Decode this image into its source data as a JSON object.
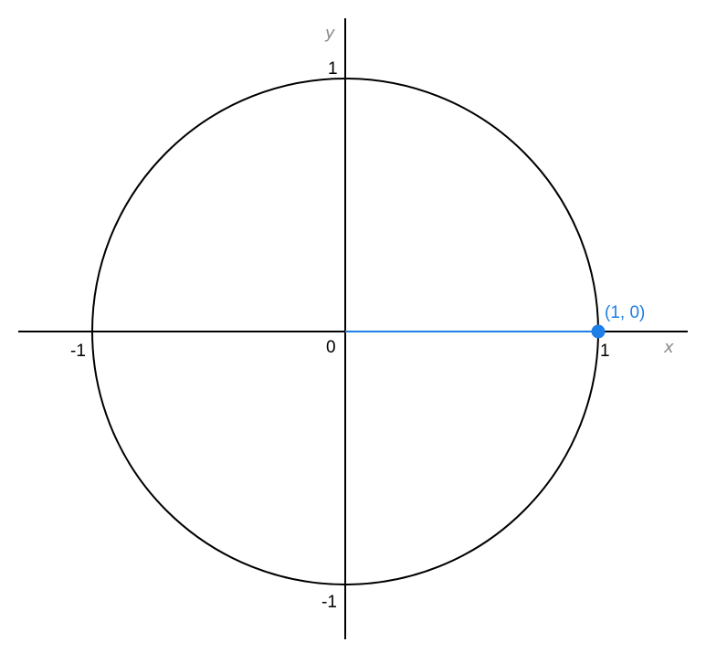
{
  "colors": {
    "background": "#ffffff",
    "axes": "#000000",
    "circle": "#000000",
    "highlight": "#1e7fe6",
    "axis_name": "#8a8a8a"
  },
  "axes": {
    "x_name": "x",
    "y_name": "y",
    "origin_label": "0",
    "x_ticks": [
      {
        "value": -1,
        "label": "-1"
      },
      {
        "value": 1,
        "label": "1"
      }
    ],
    "y_ticks": [
      {
        "value": 1,
        "label": "1"
      },
      {
        "value": -1,
        "label": "-1"
      }
    ]
  },
  "circle": {
    "center": [
      0,
      0
    ],
    "radius": 1
  },
  "point": {
    "x": 1,
    "y": 0,
    "label": "(1, 0)"
  },
  "segment": {
    "from": [
      0,
      0
    ],
    "to": [
      1,
      0
    ]
  }
}
